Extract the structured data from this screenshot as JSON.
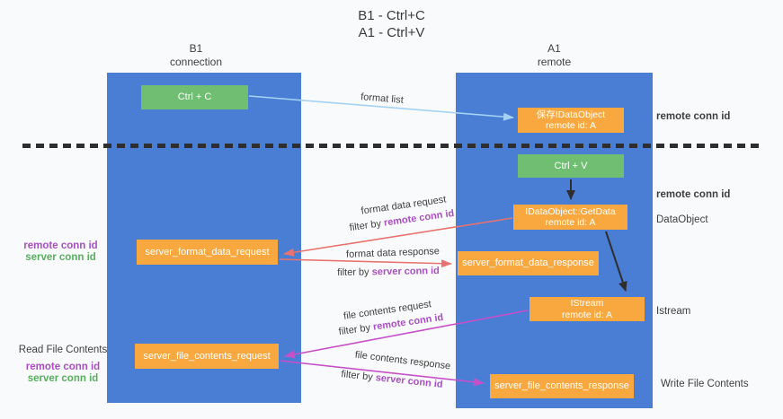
{
  "colors": {
    "page_bg": "#f9fafb",
    "column_blue": "#4a7ed4",
    "box_green": "#6fbe72",
    "box_orange": "#f8a83e",
    "arrow_blue": "#a5d2f2",
    "arrow_red": "#e8736f",
    "arrow_magenta": "#c750c8",
    "arrow_black": "#2e2e2e",
    "text_purple": "#aa4fc3",
    "text_green": "#56b05c"
  },
  "title": {
    "line1": "B1 - Ctrl+C",
    "line2": "A1 - Ctrl+V"
  },
  "columns": {
    "left": {
      "name": "B1",
      "role": "connection"
    },
    "right": {
      "name": "A1",
      "role": "remote"
    }
  },
  "nodes": {
    "ctrl_c": {
      "label": "Ctrl + C"
    },
    "save_idataobject": {
      "line1": "保存IDataObject",
      "line2": "remote id: A"
    },
    "ctrl_v": {
      "label": "Ctrl + V"
    },
    "idataobject_getdata": {
      "line1": "IDataObject::GetData",
      "line2": "remote id: A"
    },
    "server_format_data_request": {
      "label": "server_format_data_request"
    },
    "server_format_data_response": {
      "label": "server_format_data_response"
    },
    "istream": {
      "line1": "IStream",
      "line2": "remote id: A"
    },
    "server_file_contents_request": {
      "label": "server_file_contents_request"
    },
    "server_file_contents_response": {
      "label": "server_file_contents_response"
    }
  },
  "arrow_labels": {
    "format_list": "format list",
    "format_data_request": "format data request",
    "format_data_response": "format data response",
    "file_contents_request": "file contents request",
    "file_contents_response": "file contents response",
    "filter_prefix": "filter by ",
    "remote_conn_id": "remote conn id",
    "server_conn_id": "server conn id"
  },
  "side_labels": {
    "left_format_remote": "remote conn id",
    "left_format_server": "server conn id",
    "left_read_title": "Read File Contents",
    "left_read_remote": "remote conn id",
    "left_read_server": "server conn id",
    "right_save_remote": "remote conn id",
    "right_getdata_remote": "remote conn id",
    "right_dataobject": "DataObject",
    "right_istream": "Istream",
    "right_write_title": "Write File Contents"
  }
}
